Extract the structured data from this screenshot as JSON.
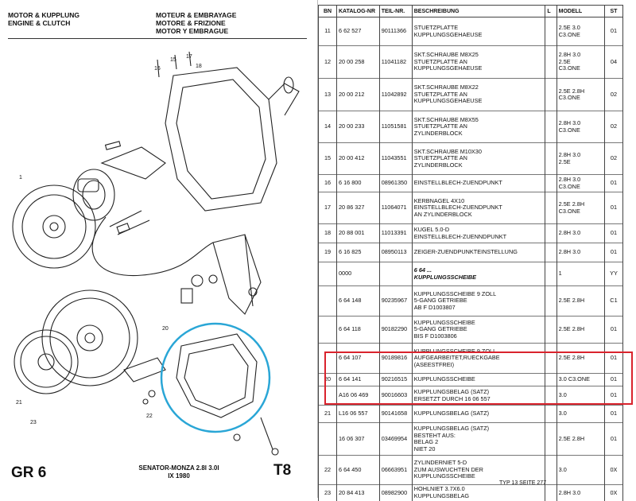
{
  "header": {
    "de_line1": "MOTOR & KUPPLUNG",
    "de_line2": "ENGINE & CLUTCH",
    "fr_line1": "MOTEUR & EMBRAYAGE",
    "it_line": "MOTORE & FRIZIONE",
    "es_line": "MOTOR Y EMBRAGUE"
  },
  "footer": {
    "group": "GR 6",
    "model": "SENATOR-MONZA 2.8l 3.0l",
    "date": "IX 1980",
    "page": "T8"
  },
  "diagram_labels": {
    "l16": "16",
    "l15": "15",
    "l17": "17",
    "l18": "18",
    "l1": "1",
    "l20": "20",
    "l21": "21",
    "l22": "22",
    "l23": "23"
  },
  "table": {
    "headers": {
      "bn": "BN",
      "katalog": "KATALOG-NR",
      "teil": "TEIL-NR.",
      "beschreibung": "BESCHREIBUNG",
      "l": "L",
      "modell": "MODELL",
      "st": "ST"
    },
    "rows": [
      {
        "bn": "11",
        "kat": "6 62 527",
        "teil": "90111366",
        "desc": "STUETZPLATTE\nKUPPLUNGSGEHAEUSE",
        "mod": "2.5E 3.0\nC3.ONE",
        "st": "01"
      },
      {
        "bn": "12",
        "kat": "20 00 258",
        "teil": "11041182",
        "desc": "SKT.SCHRAUBE M8X25\nSTUETZPLATTE AN\nKUPPLUNGSGEHAEUSE",
        "mod": "2.8H 3.0\n2.5E\nC3.ONE",
        "st": "04"
      },
      {
        "bn": "13",
        "kat": "20 00 212",
        "teil": "11042892",
        "desc": "SKT.SCHRAUBE M8X22\nSTUETZPLATTE AN\nKUPPLUNGSGEHAEUSE",
        "mod": "2.5E 2.8H\nC3.ONE",
        "st": "02"
      },
      {
        "bn": "14",
        "kat": "20 00 233",
        "teil": "11051581",
        "desc": "SKT.SCHRAUBE M8X55\nSTUETZPLATTE AN\nZYLINDERBLOCK",
        "mod": "2.8H 3.0\nC3.ONE",
        "st": "02"
      },
      {
        "bn": "15",
        "kat": "20 00 412",
        "teil": "11043551",
        "desc": "SKT.SCHRAUBE M10X30\nSTUETZPLATTE AN\nZYLINDERBLOCK",
        "mod": "2.8H 3.0\n2.5E",
        "st": "02"
      },
      {
        "bn": "16",
        "kat": "6 16 800",
        "teil": "08961350",
        "desc": "EINSTELLBLECH-ZUENDPUNKT",
        "mod": "2.8H 3.0\nC3.ONE",
        "st": "01"
      },
      {
        "bn": "17",
        "kat": "20 86 327",
        "teil": "11064071",
        "desc": "KERBNAGEL 4X10\nEINSTELLBLECH-ZUENDPUNKT\nAN ZYLINDERBLOCK",
        "mod": "2.5E 2.8H\nC3.ONE",
        "st": "01"
      },
      {
        "bn": "18",
        "kat": "20 88 001",
        "teil": "11013391",
        "desc": "KUGEL 5.0-D\nEINSTELLBLECH-ZUENNDPUNKT",
        "mod": "2.8H 3.0",
        "st": "01"
      },
      {
        "bn": "19",
        "kat": "6 16 825",
        "teil": "08950113",
        "desc": "ZEIGER-ZUENDPUNKTEINSTELLUNG",
        "mod": "2.8H 3.0",
        "st": "01"
      },
      {
        "bn": "",
        "kat": "0000",
        "teil": "",
        "desc": "6 64 ...\nKUPPLUNGSSCHEIBE",
        "mod": "1",
        "st": "YY",
        "ital": true
      },
      {
        "bn": "",
        "kat": "6 64 148",
        "teil": "90235967",
        "desc": "KUPPLUNGSSCHEIBE 9 ZOLL\n5-GANG GETRIEBE\nAB F D1003807",
        "mod": "2.5E 2.8H",
        "st": "C1"
      },
      {
        "bn": "",
        "kat": "6 64 118",
        "teil": "90182290",
        "desc": "KUPPLUNGSSCHEIBE\n5-GANG GETRIEBE\nBIS F D1003806",
        "mod": "2.5E 2.8H",
        "st": "01"
      },
      {
        "bn": "",
        "kat": "6 64 107",
        "teil": "90189816",
        "desc": "KUPPLUNGSSCHEIBE 9 ZOLL\nAUFGEARBEITET,RUECKGABE\n(ASEESTFREI)",
        "mod": "2.5E 2.8H",
        "st": "01"
      },
      {
        "bn": "20",
        "kat": "6 64 141",
        "teil": "90216515",
        "desc": "KUPPLUNGSSCHEIBE",
        "mod": "3.0 C3.ONE",
        "st": "01"
      },
      {
        "bn": "",
        "kat": "A16 06 469",
        "teil": "90016603",
        "desc": "KUPPLUNGSBELAG (SATZ)\nERSETZT DURCH 16 06 557",
        "mod": "3.0",
        "st": "01"
      },
      {
        "bn": "21",
        "kat": "L16 06 557",
        "teil": "90141658",
        "desc": "KUPPLUNGSBELAG (SATZ)",
        "mod": "3.0",
        "st": "01"
      },
      {
        "bn": "",
        "kat": "16 06 307",
        "teil": "03469954",
        "desc": "KUPPLUNGSBELAG (SATZ)\nBESTEHT AUS:\n     BELAG    2\n     NIET    20",
        "mod": "2.5E 2.8H",
        "st": "01"
      },
      {
        "bn": "22",
        "kat": "6 64 450",
        "teil": "06663951",
        "desc": "ZYLINDERNIET 5-D\nZUM AUSWUCHTEN DER\nKUPPLUNGSSCHEIBE",
        "mod": "3.0",
        "st": "0X"
      },
      {
        "bn": "23",
        "kat": "20 84 413",
        "teil": "08982900",
        "desc": "HOHLNIET 3.7X6.0\nKUPPLUNGSBELAG",
        "mod": "2.8H 3.0",
        "st": "0X"
      }
    ],
    "footnote": "TYP 13 SEITE 277"
  }
}
